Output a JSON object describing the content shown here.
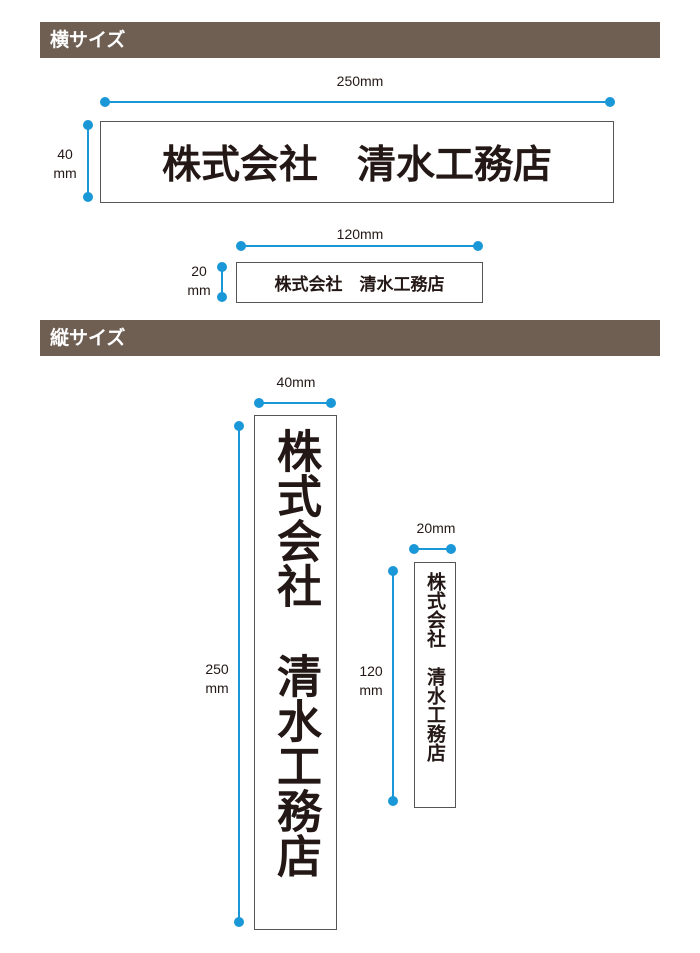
{
  "sections": {
    "horizontal": "横サイズ",
    "vertical": "縦サイズ"
  },
  "sign_text": "株式会社　清水工務店",
  "horizontal_large": {
    "width": "250mm",
    "height_value": "40",
    "height_unit": "mm"
  },
  "horizontal_small": {
    "width": "120mm",
    "height_value": "20",
    "height_unit": "mm"
  },
  "vertical_large": {
    "width": "40mm",
    "height_value": "250",
    "height_unit": "mm"
  },
  "vertical_small": {
    "width": "20mm",
    "height_value": "120",
    "height_unit": "mm"
  },
  "colors": {
    "section_bar": "#6f5f53",
    "dimension_line": "#1a97d6",
    "text": "#231815",
    "plate_border": "#555555"
  }
}
